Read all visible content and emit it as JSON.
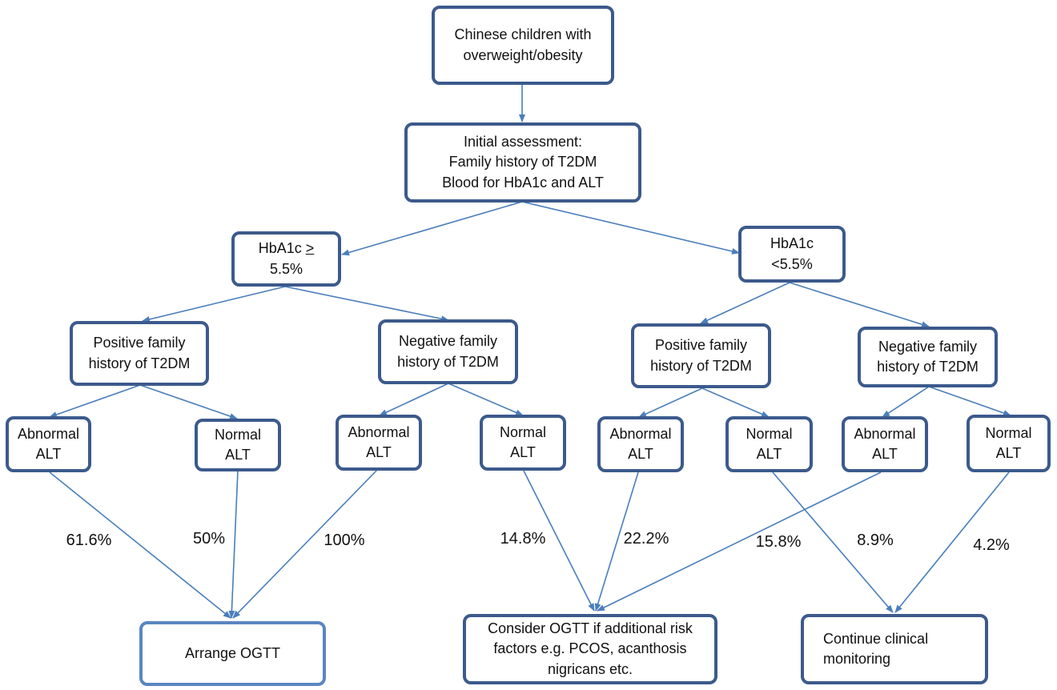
{
  "nodes": {
    "root": [
      "Chinese children with",
      "overweight/obesity"
    ],
    "assessment": [
      "Initial assessment:",
      "Family history of T2DM",
      "Blood for HbA1c and ALT"
    ],
    "hba1c_high": {
      "prefix": "HbA1c ",
      "symbol": ">",
      "line2": "5.5%"
    },
    "hba1c_low": [
      "HbA1c",
      "<5.5%"
    ],
    "pos_fh_left": [
      "Positive family",
      "history of T2DM"
    ],
    "neg_fh_left": [
      "Negative family",
      "history of T2DM"
    ],
    "pos_fh_right": [
      "Positive family",
      "history of T2DM"
    ],
    "neg_fh_right": [
      "Negative family",
      "history of T2DM"
    ],
    "alt1": [
      "Abnormal",
      "ALT"
    ],
    "alt2": [
      "Normal",
      "ALT"
    ],
    "alt3": [
      "Abnormal",
      "ALT"
    ],
    "alt4": [
      "Normal",
      "ALT"
    ],
    "alt5": [
      "Abnormal",
      "ALT"
    ],
    "alt6": [
      "Normal",
      "ALT"
    ],
    "alt7": [
      "Abnormal",
      "ALT"
    ],
    "alt8": [
      "Normal",
      "ALT"
    ],
    "ogtt": [
      "Arrange OGTT"
    ],
    "consider": [
      "Consider OGTT if additional risk",
      "factors e.g. PCOS, acanthosis",
      "nigricans etc."
    ],
    "monitor": [
      "Continue clinical",
      "monitoring"
    ]
  },
  "percentages": [
    "61.6%",
    "50%",
    "100%",
    "14.8%",
    "22.2%",
    "15.8%",
    "8.9%",
    "4.2%"
  ],
  "colors": {
    "border": "#3c5a8c",
    "arrow": "#4a7ebb"
  }
}
